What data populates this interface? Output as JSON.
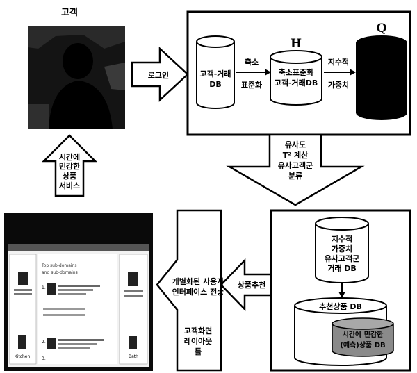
{
  "customer": {
    "label": "고객"
  },
  "login_arrow": {
    "label": "로그인"
  },
  "service_arrow": {
    "lines": [
      "시간에",
      "민감한",
      "상품",
      "서비스"
    ]
  },
  "top_panel": {
    "db1": {
      "lines": [
        "고객-거래",
        "DB"
      ]
    },
    "arrow1": {
      "lines": [
        "축소",
        "표준화"
      ]
    },
    "h_label": "H",
    "db2": {
      "lines": [
        "축소표준화",
        "고객-거래DB"
      ]
    },
    "arrow2": {
      "lines": [
        "지수적",
        "가중치"
      ]
    },
    "q_label": "Q"
  },
  "down_arrow": {
    "lines": [
      "유사도",
      "T² 계산",
      "유사고객군",
      "분류"
    ]
  },
  "bottom_right_panel": {
    "db_weighted": {
      "lines": [
        "지수적",
        "가중치",
        "유사고객군",
        "거래 DB"
      ]
    },
    "db_recommend": {
      "label": "추천상품 DB"
    },
    "db_inner": {
      "lines": [
        "시간에 민감한",
        "(예측)상품 DB"
      ]
    }
  },
  "recommend_arrow": {
    "label": "상품추천"
  },
  "interface_box": {
    "arrow_lines": [
      "개별화된 사용자",
      "인터페이스 전송"
    ],
    "layout_lines": [
      "고객화면",
      "레이아웃",
      "틀"
    ]
  },
  "screenshot": {
    "heading_lines": [
      "Top sub-domains",
      "and sub-domains"
    ],
    "items": [
      "1.",
      "2.",
      "3."
    ],
    "side_labels": [
      "Kitchen",
      "Bath"
    ]
  }
}
